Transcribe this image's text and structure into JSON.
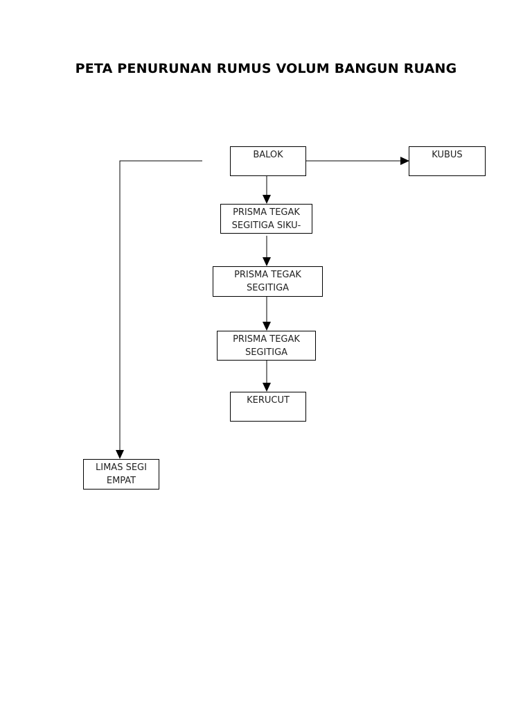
{
  "title": "PETA PENURUNAN RUMUS VOLUM BANGUN RUANG",
  "nodes": {
    "balok": [
      "BALOK"
    ],
    "kubus": [
      "KUBUS"
    ],
    "prisma_siku": [
      "PRISMA TEGAK",
      "SEGITIGA SIKU-"
    ],
    "prisma_segitiga_1": [
      "PRISMA TEGAK",
      "SEGITIGA"
    ],
    "prisma_segitiga_2": [
      "PRISMA TEGAK",
      "SEGITIGA"
    ],
    "kerucut": [
      "KERUCUT"
    ],
    "limas": [
      "LIMAS SEGI",
      "EMPAT"
    ]
  },
  "edges": [
    {
      "from": "balok",
      "to": "kubus"
    },
    {
      "from": "balok",
      "to": "prisma_siku"
    },
    {
      "from": "prisma_siku",
      "to": "prisma_segitiga_1"
    },
    {
      "from": "prisma_segitiga_1",
      "to": "prisma_segitiga_2"
    },
    {
      "from": "prisma_segitiga_2",
      "to": "kerucut"
    },
    {
      "from": "balok",
      "to": "limas"
    }
  ]
}
